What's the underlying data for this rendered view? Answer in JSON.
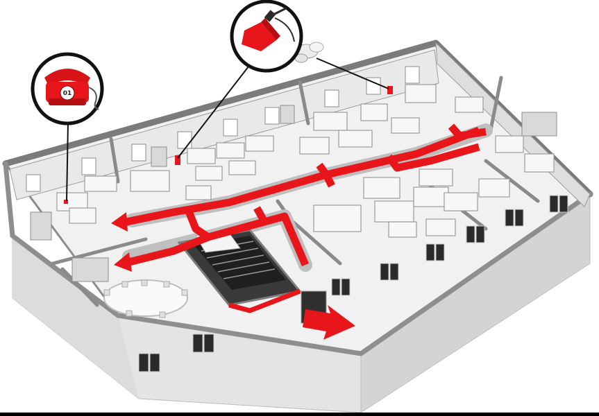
{
  "diagram": {
    "subject": "fire-evacuation-floor-plan",
    "colors": {
      "route": "#e8161b",
      "route_dark": "#b50e12",
      "wall": "#7d7d7d",
      "wall_top": "#9a9a9a",
      "floor": "#f2f2f2",
      "facade": "#e6e6e6",
      "window": "#2a2a2a",
      "callout_ring": "#111111",
      "background": "#ffffff"
    },
    "callouts": [
      {
        "id": "phone",
        "icon": "emergency-phone-icon",
        "label": "01"
      },
      {
        "id": "extinguisher",
        "icon": "fire-extinguisher-icon"
      }
    ],
    "icons": {
      "exit_arrow": "exit-arrow-icon",
      "smoke_detector": "smoke-detector-icon",
      "stairwell": "stairwell-icon",
      "meeting_table": "meeting-table-icon"
    }
  }
}
